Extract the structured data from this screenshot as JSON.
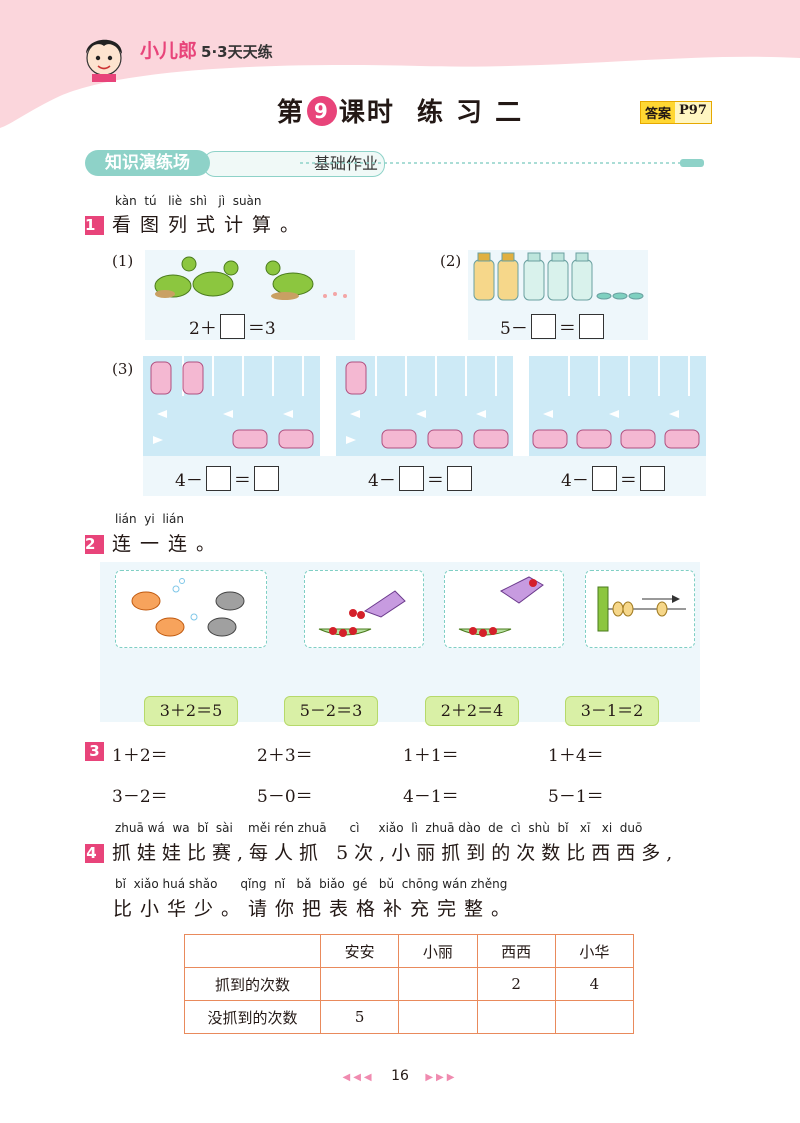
{
  "header": {
    "brand_name": "小儿郎",
    "brand_series": "5·3天天练",
    "title_pre": "第",
    "title_num": "9",
    "title_post": "课时  练 习 二",
    "answer_label": "答案",
    "answer_page": "P97"
  },
  "banner": {
    "main": "知识演练场",
    "sub": "基础作业"
  },
  "q1": {
    "num": "1",
    "pinyin": "kàn  tú   liè  shì   jì  suàn",
    "text": "看图列式计算。",
    "p1": {
      "label": "(1)",
      "left": "2＋",
      "right": "＝3"
    },
    "p2": {
      "label": "(2)",
      "left": "5－",
      "mid": "＝"
    },
    "p3": {
      "label": "(3)",
      "eqs": [
        {
          "left": "4－",
          "mid": "＝"
        },
        {
          "left": "4－",
          "mid": "＝"
        },
        {
          "left": "4－",
          "mid": "＝"
        }
      ]
    }
  },
  "q2": {
    "num": "2",
    "pinyin": "lián  yi  lián",
    "text": "连一连。",
    "equations": [
      "3＋2＝5",
      "5－2＝3",
      "2＋2＝4",
      "3－1＝2"
    ]
  },
  "q3": {
    "num": "3",
    "rows": [
      [
        "1＋2＝",
        "2＋3＝",
        "1＋1＝",
        "1＋4＝"
      ],
      [
        "3－2＝",
        "5－0＝",
        "4－1＝",
        "5－1＝"
      ]
    ]
  },
  "q4": {
    "num": "4",
    "pinyin1": "zhuā wá  wa  bǐ  sài    měi rén zhuā      cì     xiǎo  lì  zhuā dào  de  cì  shù  bǐ   xī   xi  duō",
    "line1": "抓娃娃比赛,每人抓 5次,小丽抓到的次数比西西多,",
    "pinyin2": "bǐ  xiǎo huá shǎo      qǐng  nǐ   bǎ  biǎo  gé   bǔ  chōng wán zhěng",
    "line2": "比小华少。请你把表格补充完整。",
    "table": {
      "headers": [
        "",
        "安安",
        "小丽",
        "西西",
        "小华"
      ],
      "rows": [
        {
          "label": "抓到的次数",
          "cells": [
            "",
            "",
            "2",
            "4"
          ]
        },
        {
          "label": "没抓到的次数",
          "cells": [
            "5",
            "",
            "",
            ""
          ]
        }
      ]
    }
  },
  "footer": {
    "page": "16"
  },
  "colors": {
    "accent": "#e8447a",
    "header_pink": "#fbd6dc",
    "teal": "#8ed2c8",
    "road": "#cdeaf6"
  }
}
